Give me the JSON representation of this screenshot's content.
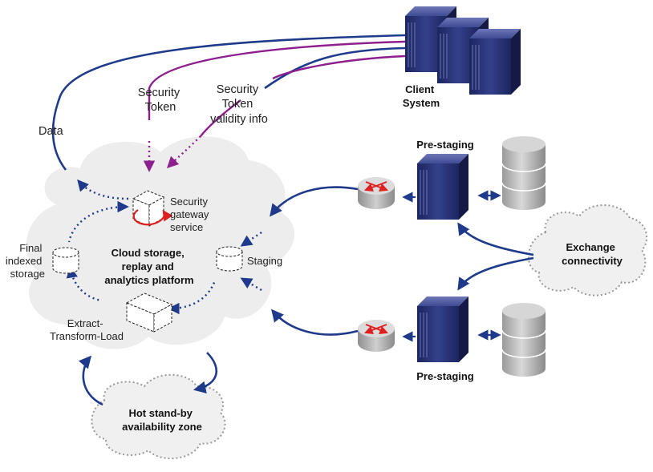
{
  "labels": {
    "data": "Data",
    "security_token": [
      "Security",
      "Token"
    ],
    "security_token_validity": [
      "Security",
      "Token",
      "validity info"
    ],
    "client_system": [
      "Client",
      "System"
    ],
    "pre_staging_top": "Pre-staging",
    "pre_staging_bottom": "Pre-staging",
    "security_gateway": [
      "Security",
      "gateway",
      "service"
    ],
    "cloud_platform": [
      "Cloud storage,",
      "replay and",
      "analytics platform"
    ],
    "staging": "Staging",
    "final_storage": [
      "Final",
      "indexed",
      "storage"
    ],
    "etl": [
      "Extract-",
      "Transform-Load"
    ],
    "exchange": [
      "Exchange",
      "connectivity"
    ],
    "hot_standby": [
      "Hot stand-by",
      "availability zone"
    ]
  },
  "colors": {
    "navy": "#1f3a8a",
    "purple": "#8e1f8e",
    "cloud_fill": "#ededed",
    "server_face": "#2a3570",
    "red_accent": "#e02020"
  },
  "icons": {
    "server": "server-icon",
    "router": "router-icon",
    "database": "database-icon",
    "cube": "cube-icon"
  }
}
